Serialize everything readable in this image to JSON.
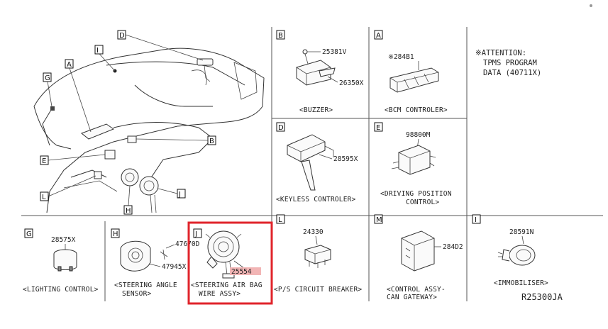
{
  "overview": {
    "callouts": [
      "D",
      "I",
      "A",
      "G",
      "B",
      "E",
      "L",
      "J",
      "H"
    ]
  },
  "panels": {
    "B": {
      "letter": "B",
      "part1": "25381V",
      "part2": "26350X",
      "caption": "<BUZZER>"
    },
    "A": {
      "letter": "A",
      "part": "※284B1",
      "caption": "<BCM CONTROLER>"
    },
    "attention": {
      "line1": "※ATTENTION:",
      "line2": "TPMS PROGRAM",
      "line3": "DATA (40711X)"
    },
    "D": {
      "letter": "D",
      "part": "28595X",
      "caption": "<KEYLESS CONTROLER>"
    },
    "E": {
      "letter": "E",
      "part": "98800M",
      "caption_line1": "<DRIVING POSITION",
      "caption_line2": "CONTROL>"
    },
    "G": {
      "letter": "G",
      "part": "28575X",
      "caption": "<LIGHTING CONTROL>"
    },
    "H": {
      "letter": "H",
      "part1": "47670D",
      "part2": "47945X",
      "caption_line1": "<STEERING ANGLE",
      "caption_line2": "SENSOR>"
    },
    "J": {
      "letter": "J",
      "part": "25554",
      "caption_line1": "<STEERING AIR BAG",
      "caption_line2": "WIRE ASSY>"
    },
    "L": {
      "letter": "L",
      "part": "24330",
      "caption": "<P/S CIRCUIT BREAKER>"
    },
    "M": {
      "letter": "M",
      "part": "284D2",
      "caption_line1": "<CONTROL ASSY-",
      "caption_line2": "CAN GATEWAY>"
    },
    "I": {
      "letter": "I",
      "part": "28591N",
      "caption": "<IMMOBILISER>"
    }
  },
  "reference": "R25300JA",
  "colors": {
    "highlight_border": "#e0242b",
    "highlight_label_bg": "#f2b5b5"
  }
}
